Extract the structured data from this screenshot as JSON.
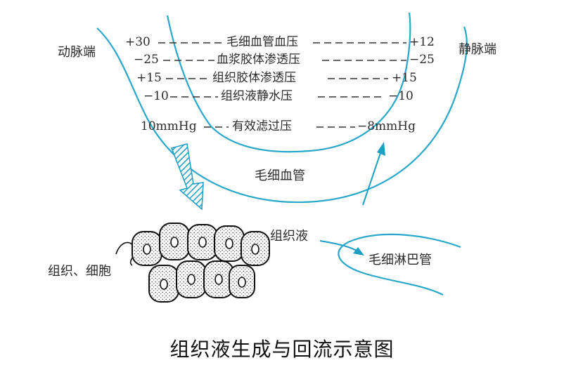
{
  "title": "组织液生成与回流示意图",
  "labels": {
    "arterial_end": "动脉端",
    "venous_end": "静脉端",
    "capillary": "毛细血管",
    "tissue_fluid": "组织液",
    "lymph_capillary": "毛细淋巴管",
    "tissue_cells": "组织、细胞"
  },
  "pressure_rows": [
    {
      "arterial": "+30",
      "name": "毛细血管血压",
      "venous": "+12"
    },
    {
      "arterial": "−25",
      "name": "血浆胶体渗透压",
      "venous": "−25"
    },
    {
      "arterial": "+15",
      "name": "组织胶体渗透压",
      "venous": "+15"
    },
    {
      "arterial": "−10",
      "name": "组织液静水压",
      "venous": "−10"
    },
    {
      "arterial": "10mmHg",
      "name": "有效滤过压",
      "venous": "−8mmHg"
    }
  ],
  "colors": {
    "vessel": "#2aa8c9",
    "arrow_fill": "#1d9ec4",
    "text": "#2a2a2a",
    "dash": "#333333"
  }
}
